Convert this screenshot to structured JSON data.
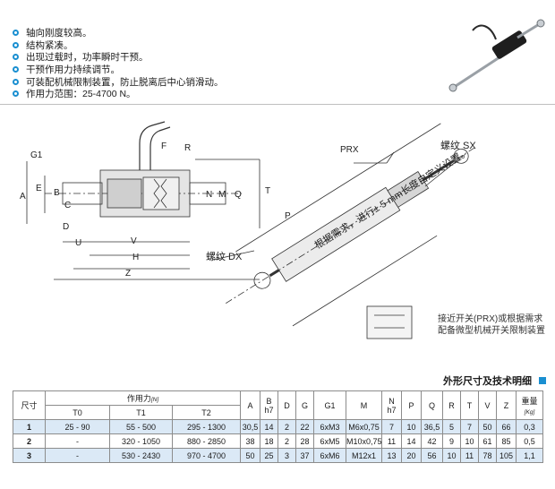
{
  "features": [
    "轴向刚度较高。",
    "结构紧凑。",
    "出现过载时，功率瞬时干预。",
    "干预作用力持续调节。",
    "可装配机械限制装置，防止脱离后中心销滑动。",
    "作用力范围：25-4700 N。"
  ],
  "drawing_labels": {
    "dims": [
      "G1",
      "F",
      "R",
      "E",
      "A",
      "B",
      "C",
      "N",
      "M",
      "Q",
      "T",
      "V",
      "U",
      "D",
      "H",
      "P",
      "Z"
    ],
    "prx": "PRX",
    "thread_sx": "螺纹 SX",
    "thread_dx": "螺纹 DX",
    "adjust_note": "根据需求，进行± 5 mm长度自定义设置。"
  },
  "note": "接近开关(PRX)或根据需求配备微型机械开关限制装置",
  "section_title": "外形尺寸及技术明细",
  "table": {
    "head_size": "尺寸",
    "head_force": "作用力",
    "force_unit": "[N]",
    "force_cols": [
      "T0",
      "T1",
      "T2"
    ],
    "cols": [
      {
        "top": "A",
        "sub": ""
      },
      {
        "top": "B",
        "sub": "h7"
      },
      {
        "top": "D",
        "sub": ""
      },
      {
        "top": "G",
        "sub": ""
      },
      {
        "top": "G1",
        "sub": ""
      },
      {
        "top": "M",
        "sub": ""
      },
      {
        "top": "N",
        "sub": "h7"
      },
      {
        "top": "P",
        "sub": ""
      },
      {
        "top": "Q",
        "sub": ""
      },
      {
        "top": "R",
        "sub": ""
      },
      {
        "top": "T",
        "sub": ""
      },
      {
        "top": "V",
        "sub": ""
      },
      {
        "top": "Z",
        "sub": ""
      }
    ],
    "weight_label": "重量",
    "weight_unit": "[Kg]",
    "rows": [
      [
        "1",
        "25 - 90",
        "55 - 500",
        "295 - 1300",
        "30,5",
        "14",
        "2",
        "22",
        "6xM3",
        "M6x0,75",
        "7",
        "10",
        "36,5",
        "5",
        "7",
        "50",
        "66",
        "0,3"
      ],
      [
        "2",
        "-",
        "320 - 1050",
        "880 - 2850",
        "38",
        "18",
        "2",
        "28",
        "6xM5",
        "M10x0,75",
        "11",
        "14",
        "42",
        "9",
        "10",
        "61",
        "85",
        "0,5"
      ],
      [
        "3",
        "-",
        "530 - 2430",
        "970 - 4700",
        "50",
        "25",
        "3",
        "37",
        "6xM6",
        "M12x1",
        "13",
        "20",
        "56",
        "10",
        "11",
        "78",
        "105",
        "1,1"
      ]
    ]
  },
  "colors": {
    "accent": "#1a8fd1",
    "row_alt": "#dbe9f6"
  }
}
